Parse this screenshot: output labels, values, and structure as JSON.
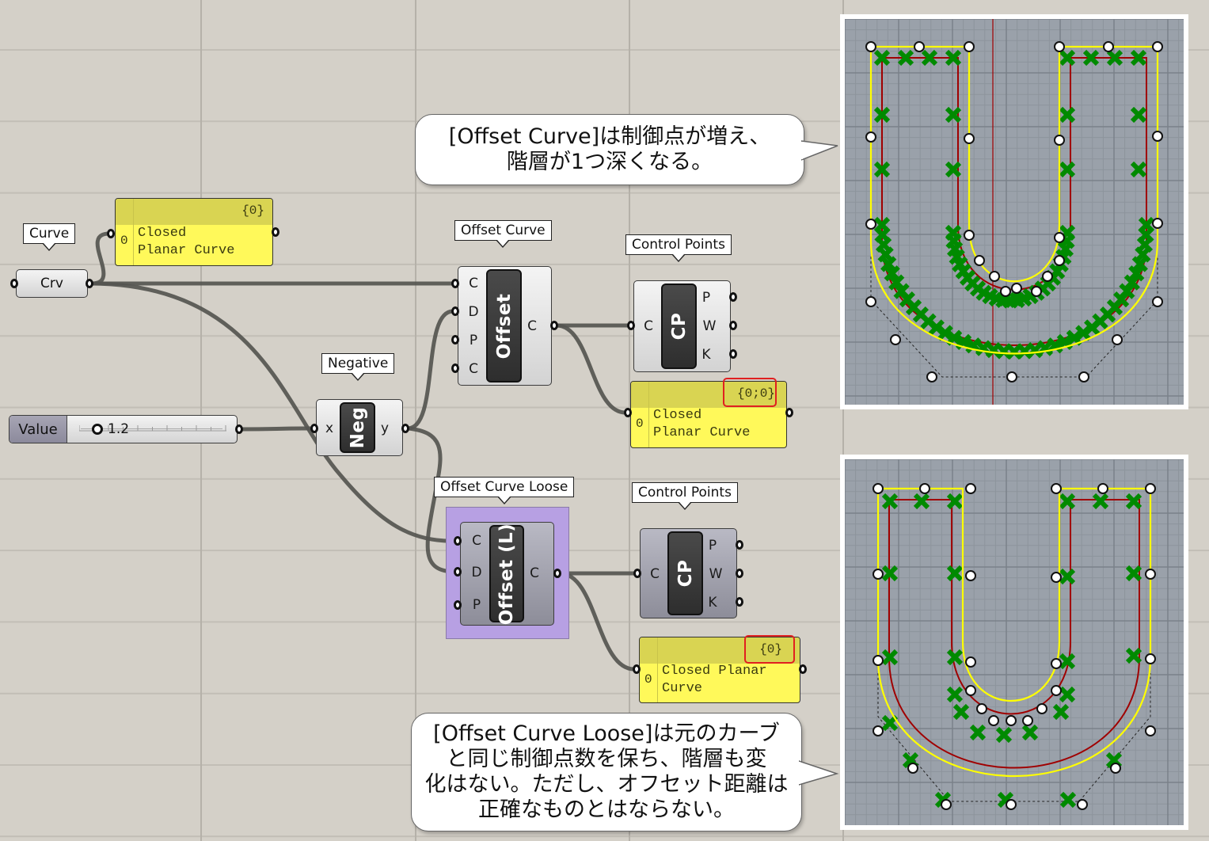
{
  "canvas": {
    "background": "#d4d0c8",
    "grid_minor_color": "#c2beb6",
    "grid_major_color": "#b5b1a9",
    "wire_color": "#555550"
  },
  "params": {
    "curve": {
      "tag": "Curve",
      "label": "Crv"
    }
  },
  "slider": {
    "label": "Value",
    "value": "1.2"
  },
  "components": {
    "negative": {
      "tag": "Negative",
      "core": "Neg",
      "inputs": [
        "x"
      ],
      "outputs": [
        "y"
      ]
    },
    "offset_curve": {
      "tag": "Offset Curve",
      "core": "Offset",
      "inputs": [
        "C",
        "D",
        "P",
        "C"
      ],
      "outputs": [
        "C"
      ]
    },
    "control_points_1": {
      "tag": "Control Points",
      "core": "CP",
      "inputs": [
        "C"
      ],
      "outputs": [
        "P",
        "W",
        "K"
      ]
    },
    "offset_curve_loose": {
      "tag": "Offset Curve Loose",
      "core": "Offset (L)",
      "inputs": [
        "C",
        "D",
        "P"
      ],
      "outputs": [
        "C"
      ],
      "group_color": "#b7a0e3"
    },
    "control_points_2": {
      "tag": "Control Points",
      "core": "CP",
      "inputs": [
        "C"
      ],
      "outputs": [
        "P",
        "W",
        "K"
      ]
    }
  },
  "panels": {
    "panel_source": {
      "path": "{0}",
      "index": "0",
      "lines": [
        "Closed",
        "Planar Curve"
      ]
    },
    "panel_offset": {
      "path": "{0;0}",
      "index": "0",
      "lines": [
        "Closed",
        "Planar Curve"
      ],
      "highlighted": true
    },
    "panel_loose": {
      "path": "{0}",
      "index": "0",
      "lines": [
        "Closed Planar",
        "Curve"
      ],
      "highlighted": true
    }
  },
  "callouts": {
    "top": {
      "lines": [
        "[Offset Curve]は制御点が増え、",
        "階層が1つ深くなる。"
      ]
    },
    "bottom": {
      "lines": [
        "[Offset Curve Loose]は元のカーブ",
        "と同じ制御点数を保ち、階層も変",
        "化はない。ただし、オフセット距離は",
        "正確なものとはならない。"
      ]
    }
  },
  "viewports": {
    "top": {
      "description": "Offset Curve result: U-shaped curve with many added control points",
      "curve_color": "#ffff00",
      "offset_color": "#a00000",
      "marker_color": "#008a00",
      "background": "#9aa1aa"
    },
    "bottom": {
      "description": "Offset Curve Loose result: U-shaped curve with same control point count",
      "curve_color": "#ffff00",
      "offset_color": "#a00000",
      "marker_color": "#008a00",
      "background": "#9aa1aa"
    }
  },
  "colors": {
    "panel_yellow": "#fff95a",
    "panel_header": "#d9d452",
    "highlight_red": "#e02020",
    "group_purple": "#b7a0e3"
  }
}
